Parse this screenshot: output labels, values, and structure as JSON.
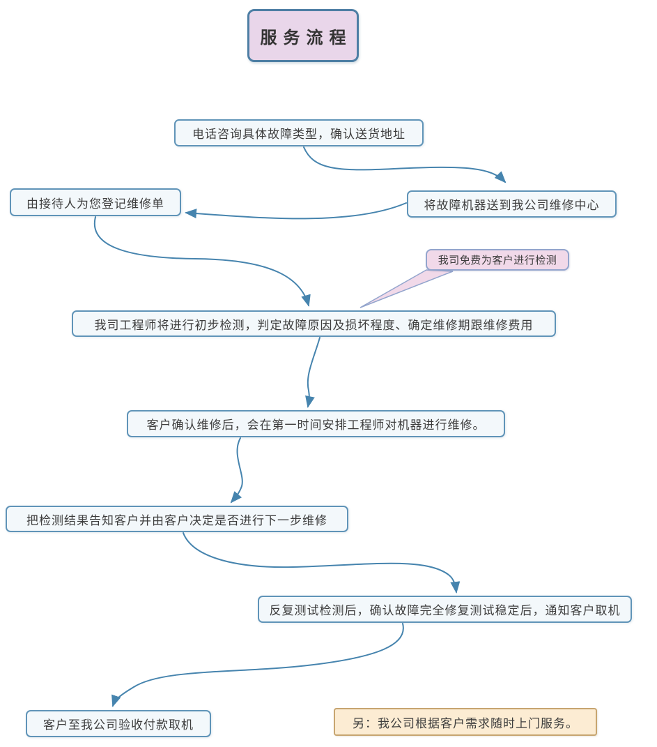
{
  "title": {
    "label": "服务流程"
  },
  "nodes": {
    "phone": {
      "label": "电话咨询具体故障类型，确认送货地址"
    },
    "register": {
      "label": "由接待人为您登记维修单"
    },
    "send": {
      "label": "将故障机器送到我公司维修中心"
    },
    "callout": {
      "label": "我司免费为客户进行检测"
    },
    "inspect": {
      "label": "我司工程师将进行初步检测，判定故障原因及损坏程度、确定维修期跟维修费用"
    },
    "confirm": {
      "label": "客户确认维修后，会在第一时间安排工程师对机器进行维修。"
    },
    "inform": {
      "label": "把检测结果告知客户并由客户决定是否进行下一步维修"
    },
    "test": {
      "label": "反复测试检测后，确认故障完全修复测试稳定后，通知客户取机"
    },
    "pickup": {
      "label": "客户至我公司验收付款取机"
    },
    "note": {
      "label": "另：我公司根据客户需求随时上门服务。"
    }
  },
  "colors": {
    "arrow": "#4684ae",
    "box_border": "#6094b8",
    "box_fill": "#f3f8fb",
    "title_fill": "#e9d6ea",
    "title_border": "#4d7ea4",
    "callout_fill": "#f1d9e9",
    "callout_border": "#93a5cd",
    "note_fill": "#fcecd3",
    "note_border": "#c7a570",
    "text": "#3d3d3d"
  }
}
